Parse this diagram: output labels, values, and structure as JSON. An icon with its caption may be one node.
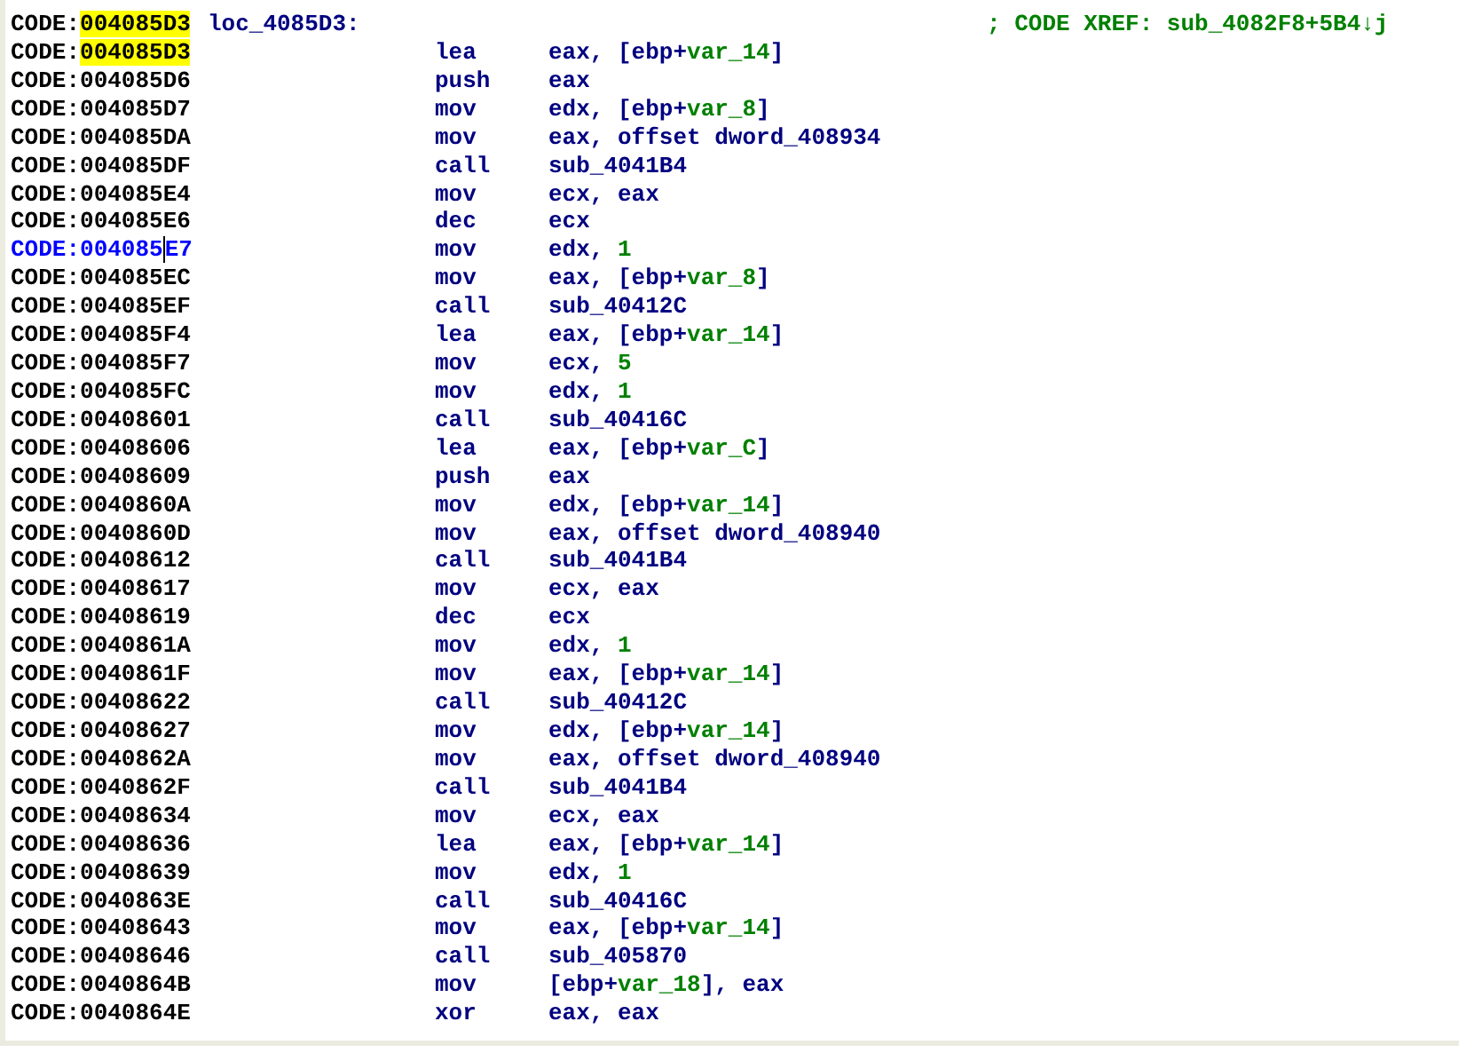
{
  "diagram": {
    "labels": [
      "CODE:004085D3",
      "loc_4085D3:",
      "; CODE XREF: sub_4082F8+5B4↓j",
      "CODE:004085D3",
      "lea",
      "eax, [ebp+var_14]",
      "CODE:004085D6",
      "push",
      "eax",
      "CODE:004085D7",
      "mov",
      "edx, [ebp+var_8]",
      "CODE:004085DA",
      "mov",
      "eax, offset dword_408934",
      "CODE:004085DF",
      "call",
      "sub_4041B4",
      "CODE:004085E4",
      "mov",
      "ecx, eax",
      "CODE:004085E6",
      "dec",
      "ecx",
      "CODE:004085E7",
      "mov",
      "edx, 1",
      "CODE:004085EC",
      "mov",
      "eax, [ebp+var_8]",
      "CODE:004085EF",
      "call",
      "sub_40412C",
      "CODE:004085F4",
      "lea",
      "eax, [ebp+var_14]",
      "CODE:004085F7",
      "mov",
      "ecx, 5",
      "CODE:004085FC",
      "mov",
      "edx, 1",
      "CODE:00408601",
      "call",
      "sub_40416C",
      "CODE:00408606",
      "lea",
      "eax, [ebp+var_C]",
      "CODE:00408609",
      "push",
      "eax",
      "CODE:0040860A",
      "mov",
      "edx, [ebp+var_14]",
      "CODE:0040860D",
      "mov",
      "eax, offset dword_408940",
      "CODE:00408612",
      "call",
      "sub_4041B4",
      "CODE:00408617",
      "mov",
      "ecx, eax",
      "CODE:00408619",
      "dec",
      "ecx",
      "CODE:0040861A",
      "mov",
      "edx, 1",
      "CODE:0040861F",
      "mov",
      "eax, [ebp+var_14]",
      "CODE:00408622",
      "call",
      "sub_40412C",
      "CODE:00408627",
      "mov",
      "edx, [ebp+var_14]",
      "CODE:0040862A",
      "mov",
      "eax, offset dword_408940",
      "CODE:0040862F",
      "call",
      "sub_4041B4",
      "CODE:00408634",
      "mov",
      "ecx, eax",
      "CODE:00408636",
      "lea",
      "eax, [ebp+var_14]",
      "CODE:00408639",
      "mov",
      "edx, 1",
      "CODE:0040863E",
      "call",
      "sub_40416C",
      "CODE:00408643",
      "mov",
      "eax, [ebp+var_14]",
      "CODE:00408646",
      "call",
      "sub_405870",
      "CODE:0040864B",
      "mov",
      "[ebp+var_18], eax",
      "CODE:0040864E",
      "xor",
      "eax, eax"
    ]
  }
}
